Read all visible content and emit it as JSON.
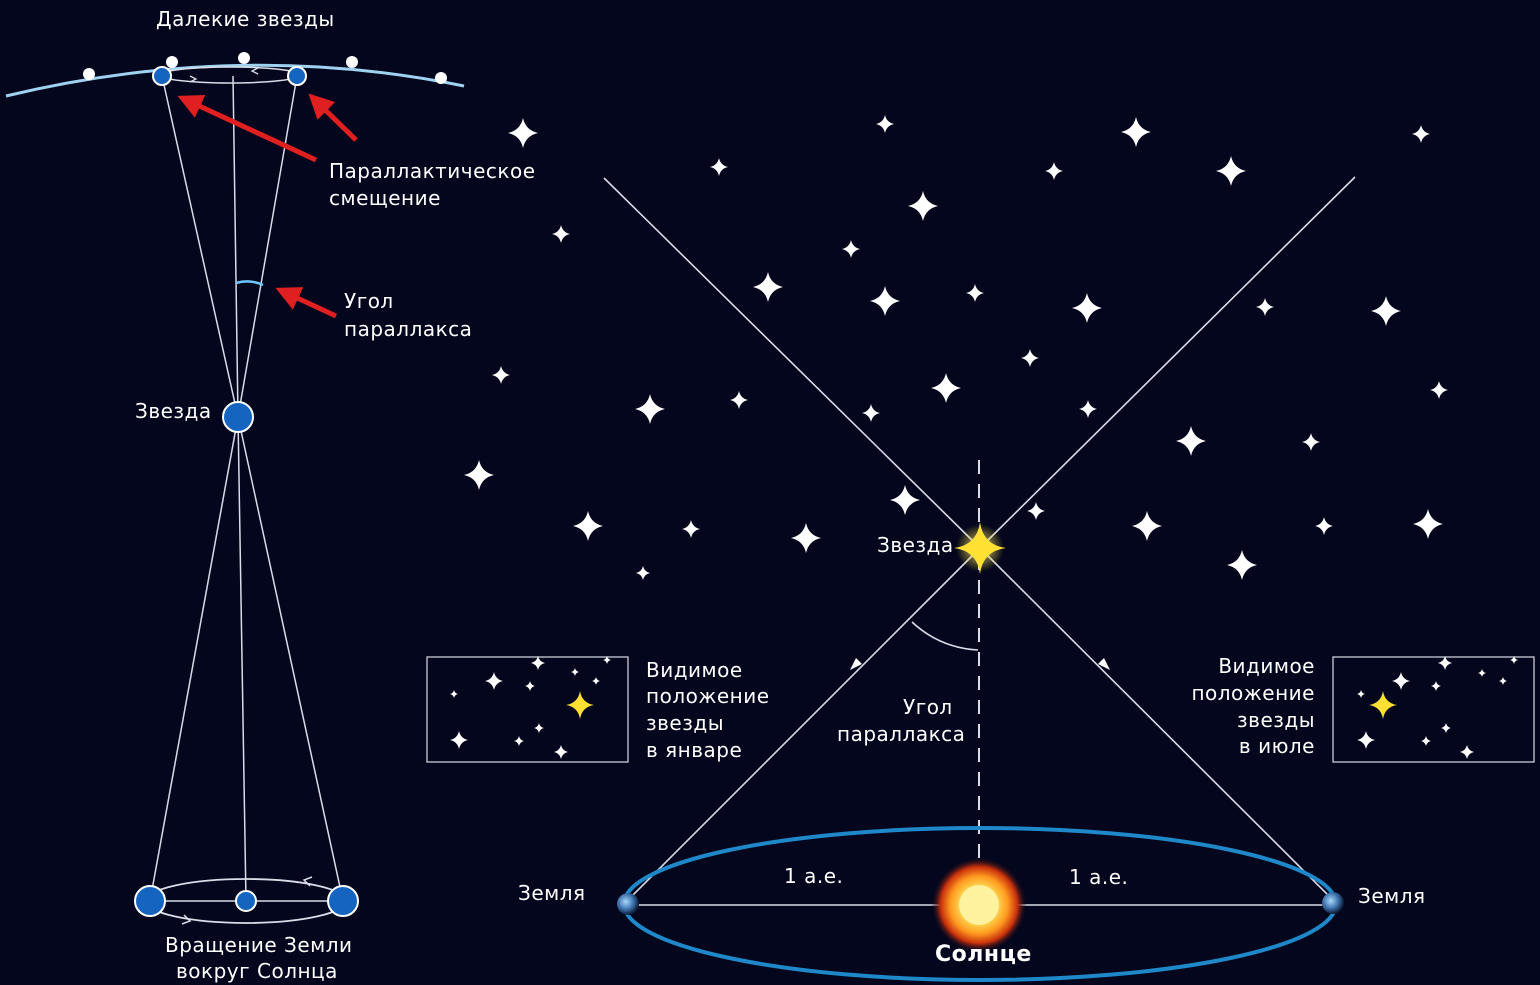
{
  "left_diagram": {
    "distant_stars_label": "Далекие звезды",
    "parallax_shift_label_line1": "Параллактическое",
    "parallax_shift_label_line2": "смещение",
    "parallax_angle_label_line1": "Угол",
    "parallax_angle_label_line2": "параллакса",
    "star_label": "Звезда",
    "earth_orbit_label_line1": "Вращение Земли",
    "earth_orbit_label_line2": "вокруг Солнца"
  },
  "right_diagram": {
    "star_label": "Звезда",
    "parallax_angle_label_line1": "Угол",
    "parallax_angle_label_line2": "параллакса",
    "january_label_line1": "Видимое",
    "january_label_line2": "положение",
    "january_label_line3": "звезды",
    "january_label_line4": "в январе",
    "july_label_line1": "Видимое",
    "july_label_line2": "положение",
    "july_label_line3": "звезды",
    "july_label_line4": "в июле",
    "earth_left_label": "Земля",
    "earth_right_label": "Земля",
    "au_left_label": "1 а.е.",
    "au_right_label": "1 а.е.",
    "sun_label": "Солнце"
  },
  "colors": {
    "background": "#03061d",
    "line": "#d8dde8",
    "blue_dot": "#1565c0",
    "arrow_red": "#e02020",
    "arc_blue": "#6ec6ff",
    "orbit_blue": "#1e88c8",
    "star_yellow": "#ffe033",
    "sun_core": "#fff3a0"
  }
}
